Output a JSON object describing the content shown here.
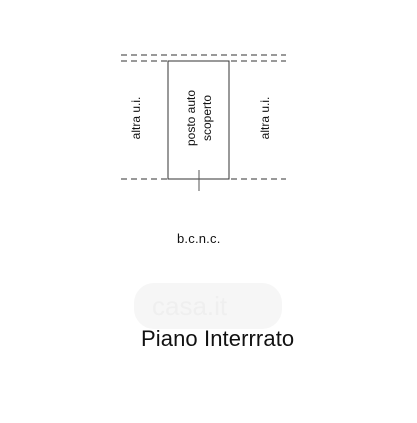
{
  "plan": {
    "left_unit_label": "altra u.i.",
    "center_unit_label": "posto auto\nscoperto",
    "right_unit_label": "altra u.i.",
    "common_area_label": "b.c.n.c.",
    "floor_title": "Piano Interrrato"
  },
  "watermark": {
    "text": "casa.it"
  },
  "colors": {
    "line": "#333333",
    "text": "#111111",
    "background": "#ffffff"
  }
}
